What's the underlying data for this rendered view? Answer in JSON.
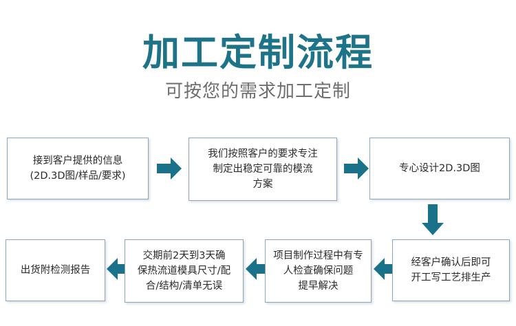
{
  "header": {
    "title": "加工定制流程",
    "subtitle": "可按您的需求加工定制"
  },
  "colors": {
    "accent": "#1d7489",
    "arrow": "#19718a",
    "box_border": "#8aa7bf",
    "box_text": "#2b2b2b",
    "subtitle": "#6e6e6e",
    "background": "#ffffff"
  },
  "flow": {
    "row1": [
      {
        "id": "box-1",
        "text": "接到客户提供的信息\n(2D.3D图/样品/要求)"
      },
      {
        "id": "box-2",
        "text": "我们按照客户的要求专注\n制定出稳定可靠的模流\n方案"
      },
      {
        "id": "box-3",
        "text": "专心设计2D.3D图"
      }
    ],
    "row2": [
      {
        "id": "box-4",
        "text": "出货附检测报告"
      },
      {
        "id": "box-5",
        "text": "交期前2天到3天确\n保热流道模具尺寸/配\n合/结构/清单无误"
      },
      {
        "id": "box-6",
        "text": "项目制作过程中有专\n人检查确保问题\n提早解决"
      },
      {
        "id": "box-7",
        "text": "经客户确认后即可\n开工写工艺排生产"
      }
    ],
    "arrows": [
      {
        "id": "arrow-1",
        "direction": "right",
        "icon": "arrow-right-icon"
      },
      {
        "id": "arrow-2",
        "direction": "right",
        "icon": "arrow-right-icon"
      },
      {
        "id": "arrow-3",
        "direction": "down",
        "icon": "arrow-down-icon"
      },
      {
        "id": "arrow-4",
        "direction": "left",
        "icon": "arrow-left-icon"
      },
      {
        "id": "arrow-5",
        "direction": "left",
        "icon": "arrow-left-icon"
      },
      {
        "id": "arrow-6",
        "direction": "left",
        "icon": "arrow-left-icon"
      }
    ]
  }
}
